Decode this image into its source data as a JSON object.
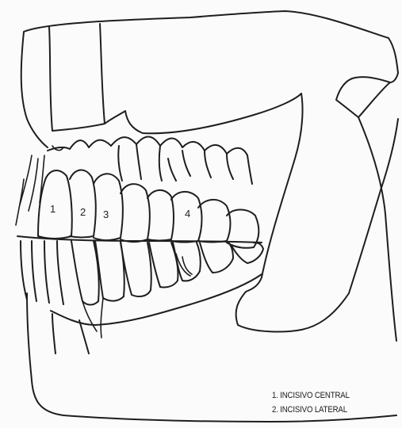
{
  "tooth_numbers": [
    "1",
    "2",
    "3",
    "4"
  ],
  "legend": [
    "1. INCISIVO CENTRAL",
    "2. INCISIVO LATERAL"
  ],
  "colors": {
    "line": "#1e1e1e",
    "background": "#fbfbfb"
  }
}
